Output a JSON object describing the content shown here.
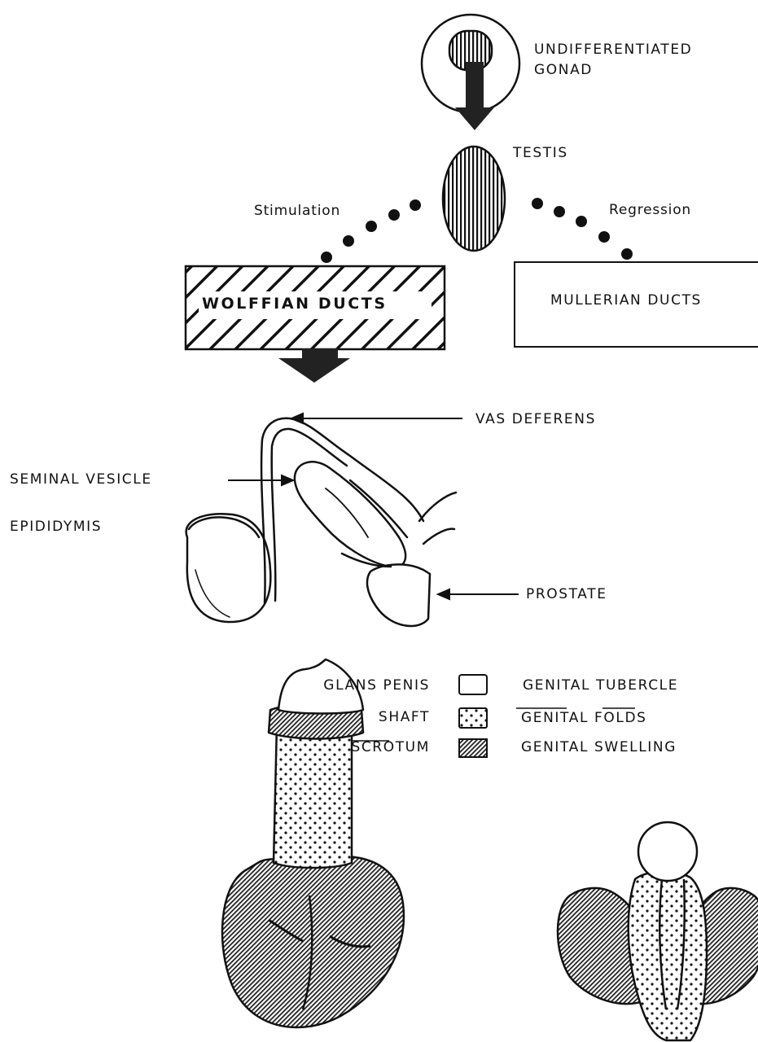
{
  "gonad": {
    "label_line1": "UNDIFFERENTIATED",
    "label_line2": "GONAD"
  },
  "testis": {
    "label": "TESTIS"
  },
  "pathways": {
    "stimulation": "Stimulation",
    "regression": "Regression"
  },
  "ducts": {
    "wolffian": "WOLFFIAN DUCTS",
    "mullerian": "MULLERIAN DUCTS"
  },
  "internal_organs": {
    "vas_deferens": "VAS DEFERENS",
    "seminal_vesicle": "SEMINAL VESICLE",
    "epididymis": "EPIDIDYMIS",
    "prostate": "PROSTATE"
  },
  "legend": {
    "rows": [
      {
        "adult": "GLANS PENIS",
        "fill": "plain",
        "origin": "GENITAL TUBERCLE"
      },
      {
        "adult": "SHAFT",
        "fill": "dotted",
        "origin": "GENITAL FOLDS"
      },
      {
        "adult": "SCROTUM",
        "fill": "hatched",
        "origin": "GENITAL SWELLING"
      }
    ]
  },
  "colors": {
    "ink": "#111111",
    "paper": "#ffffff"
  }
}
